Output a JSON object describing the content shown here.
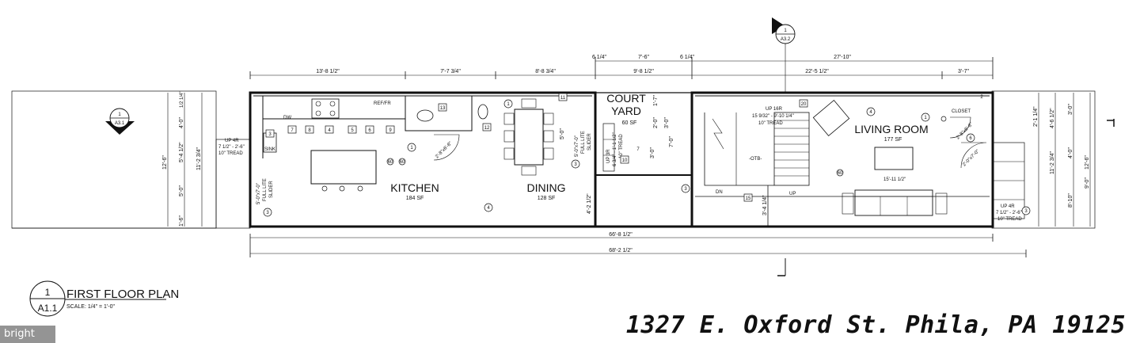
{
  "plan": {
    "title": "FIRST FLOOR PLAN",
    "scale": "SCALE: 1/4\" = 1'-0\"",
    "sheet_tag": {
      "number": "1",
      "sheet": "A1.1"
    },
    "section_tags": [
      {
        "number": "1",
        "sheet": "A3.1"
      },
      {
        "number": "1",
        "sheet": "A3.2"
      }
    ]
  },
  "address": "1327 E. Oxford St. Phila, PA 19125",
  "watermark": "bright",
  "rooms": {
    "kitchen": {
      "label": "KITCHEN",
      "area": "184 SF"
    },
    "dining": {
      "label": "DINING",
      "area": "128 SF"
    },
    "court_yard": {
      "label_1": "COURT",
      "label_2": "YARD",
      "area": "60 SF"
    },
    "living_room": {
      "label": "LIVING ROOM",
      "area": "177 SF"
    }
  },
  "labels": {
    "ref_fr": "REF/FR",
    "dw": "DW",
    "sink": "SINK",
    "closet": "CLOSET",
    "otb": "-OTB-",
    "dn": "DN",
    "up": "UP",
    "stair_main_1": "UP 16R",
    "stair_main_2": "15 9/32\" - 9'-10 1/4\"",
    "stair_main_3": "10\" TREAD",
    "stair_front_1": "UP 4R",
    "stair_front_2": "7 1/2\" - 2'-6\"",
    "stair_front_3": "10\" TREAD",
    "stair_rear_1": "UP 4R",
    "stair_rear_2": "7 1/2\" - 2'-6\"",
    "stair_rear_3": "10\" TREAD",
    "court_stair_1": "UP 3R",
    "court_stair_2": "6 3/4\" - 1'-1 1/2\"",
    "court_stair_3": "10\" TREAD",
    "slider_front_1": "5'-0\"x7'-0\"",
    "slider_front_2": "FULL LITE",
    "slider_front_3": "SLIDER",
    "slider_court_1": "5'-0\"x7'-0\"",
    "slider_court_2": "FULL LITE",
    "slider_court_3": "SLIDER",
    "door_1": "2'-8\"x6'-8\"",
    "door_2": "2'-8\"x6'-8\"",
    "door_3": "2'-0\"x7'-0\"",
    "sofa_dim": "15'-11 1/2\""
  },
  "dimensions": {
    "top": [
      "13'-8 1/2\"",
      "7'-7 3/4\"",
      "8'-8 3/4\"",
      "9'-8 1/2\"",
      "22'-5 1/2\"",
      "3'-7\""
    ],
    "top_upper": [
      "6 1/4\"",
      "7'-6\"",
      "6 1/4\"",
      "27'-10\""
    ],
    "bottom": [
      "66'-8 1/2\"",
      "68'-2 1/2\""
    ],
    "left": [
      "1/2 1/4\"",
      "4'-0\"",
      "5'-4 1/2\"",
      "5'-0\"",
      "1'-6\"",
      "11'-2 3/4\"",
      "12'-6\""
    ],
    "right": [
      "2'-1 1/4\"",
      "4'-6 1/2\"",
      "11'-2 3/4\"",
      "3'-0\"",
      "4'-0\"",
      "9'-0\"",
      "8'-10\"",
      "12'-6\""
    ],
    "center": [
      "4'-2 1/2\"",
      "5'-0\"",
      "3'-0\"",
      "1'-7\"",
      "2'-0\"",
      "7'-0\"",
      "3'-0\"",
      "3'-4 1/4\""
    ]
  },
  "tags": {
    "k3": "3",
    "k7": "7",
    "k8": "8",
    "k4": "4",
    "k5": "5",
    "k6": "6",
    "k9": "9",
    "k13": "13",
    "k12": "12",
    "k11": "11",
    "k2": "2",
    "k10": "10",
    "k15": "15",
    "k20": "20",
    "c1a": "1",
    "c1b": "1",
    "c1c": "1",
    "c3a": "3",
    "c3b": "3",
    "c3c": "3",
    "c3d": "3",
    "c4a": "4",
    "c4b": "4",
    "c6": "6",
    "c7": "7",
    "c60a": "60",
    "c60b": "60",
    "c60c": "60"
  }
}
